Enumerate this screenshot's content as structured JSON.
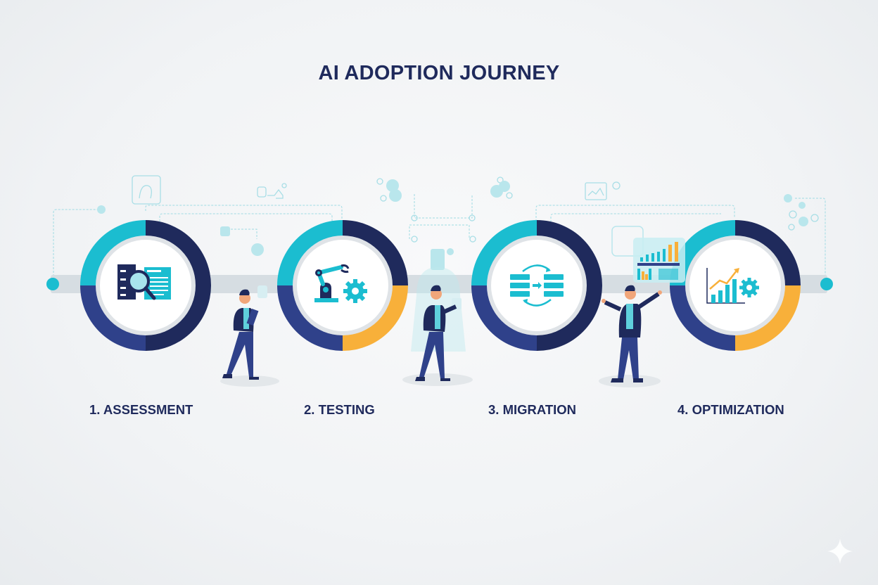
{
  "title": "AI ADOPTION JOURNEY",
  "colors": {
    "navy": "#1f2a5c",
    "royal": "#2f418a",
    "teal": "#1bbdd0",
    "amber": "#f8b03a",
    "track": "#d6dde2",
    "ring_inner": "#dfe3e7"
  },
  "steps": [
    {
      "number": "1",
      "label": "1. ASSESSMENT",
      "icon": "document-magnifier-icon",
      "ring_segments": [
        "teal",
        "navy",
        "navy",
        "royal"
      ]
    },
    {
      "number": "2",
      "label": "2. TESTING",
      "icon": "robot-arm-gear-icon",
      "ring_segments": [
        "teal",
        "navy",
        "amber",
        "royal"
      ]
    },
    {
      "number": "3",
      "label": "3. MIGRATION",
      "icon": "server-transfer-icon",
      "ring_segments": [
        "teal",
        "navy",
        "navy",
        "royal"
      ]
    },
    {
      "number": "4",
      "label": "4. OPTIMIZATION",
      "icon": "growth-chart-gear-icon",
      "ring_segments": [
        "teal",
        "navy",
        "amber",
        "royal"
      ]
    }
  ],
  "illustrations": [
    {
      "name": "person-with-clipboard",
      "between": "1-2"
    },
    {
      "name": "person-with-hologram",
      "between": "2-3"
    },
    {
      "name": "person-presenting-dashboard",
      "between": "3-4"
    }
  ],
  "watermark": "sparkle-icon"
}
